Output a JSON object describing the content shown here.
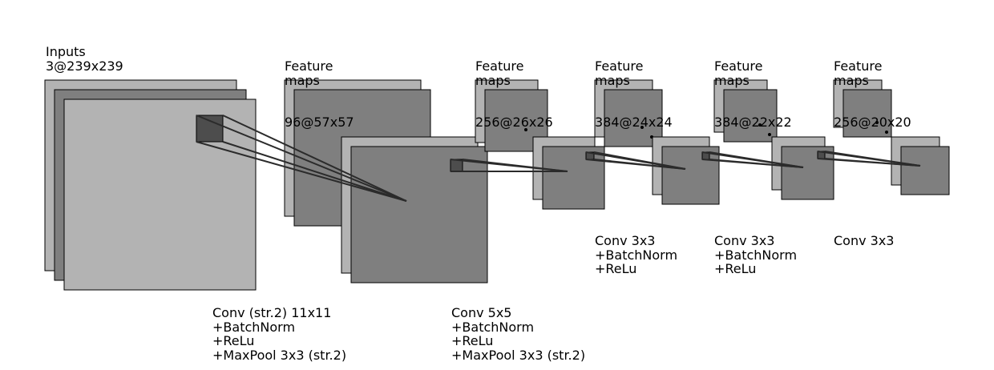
{
  "layers": [
    {
      "title": "Inputs",
      "size": "3@239x239"
    },
    {
      "title": "Feature\nmaps",
      "size": "96@57x57"
    },
    {
      "title": "Feature\nmaps",
      "size": "256@26x26"
    },
    {
      "title": "Feature\nmaps",
      "size": "384@24x24"
    },
    {
      "title": "Feature\nmaps",
      "size": "384@22x22"
    },
    {
      "title": "Feature\nmaps",
      "size": "256@20x20"
    }
  ],
  "operations": [
    {
      "lines": [
        "Conv (str.2) 11x11",
        "+BatchNorm",
        "+ReLu",
        "+MaxPool 3x3 (str.2)"
      ]
    },
    {
      "lines": [
        "Conv 5x5",
        "+BatchNorm",
        "+ReLu",
        "+MaxPool 3x3 (str.2)"
      ]
    },
    {
      "lines": [
        "Conv 3x3",
        "+BatchNorm",
        "+ReLu"
      ]
    },
    {
      "lines": [
        "Conv 3x3",
        "+BatchNorm",
        "+ReLu"
      ]
    },
    {
      "lines": [
        "Conv 3x3"
      ]
    }
  ],
  "colors": {
    "map_light": "#b3b3b3",
    "map_mid": "#7f7f7f",
    "map_dark": "#595959",
    "kernel": "#4d4d4d",
    "connector": "#2b2b2b",
    "outline": "#000000"
  }
}
